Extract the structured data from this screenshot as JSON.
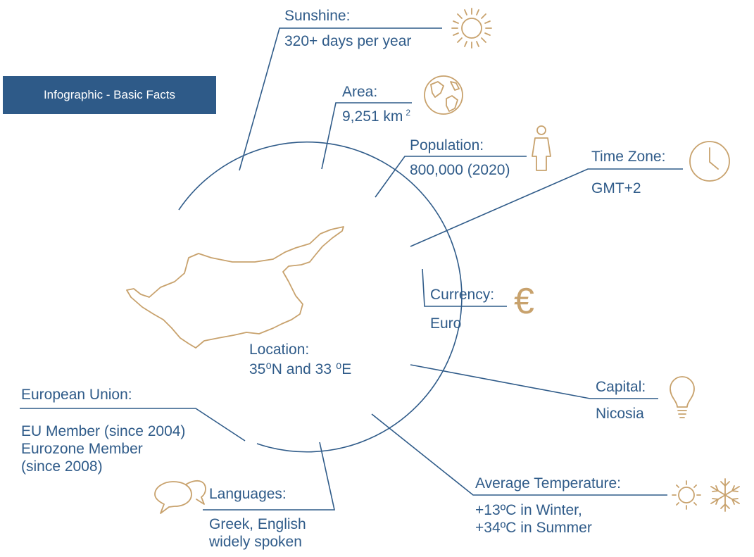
{
  "colors": {
    "line": "#2f5b89",
    "accent": "#c8a26d",
    "badge": "#2e5a88"
  },
  "badge": "Infographic - Basic Facts",
  "center": {
    "label": "Location:",
    "value": "35⁰N and 33 ⁰E"
  },
  "facts": {
    "sunshine": {
      "label": "Sunshine:",
      "value": "320+ days per year",
      "icon": "sun-icon"
    },
    "area": {
      "label": "Area:",
      "value": "9,251 km",
      "sup": "2",
      "icon": "globe-icon"
    },
    "population": {
      "label": "Population:",
      "value": "800,000 (2020)",
      "icon": "person-icon"
    },
    "timezone": {
      "label": "Time Zone:",
      "value": "GMT+2",
      "icon": "clock-icon"
    },
    "currency": {
      "label": "Currency:",
      "value": "Euro",
      "icon": "euro-icon",
      "symbol": "€"
    },
    "capital": {
      "label": "Capital:",
      "value": "Nicosia",
      "icon": "lightbulb-icon"
    },
    "temperature": {
      "label": "Average Temperature:",
      "value1": "+13ºC in Winter,",
      "value2": "+34ºC in Summer",
      "icon": "sun-snowflake-icon"
    },
    "languages": {
      "label": "Languages:",
      "value1": "Greek, English",
      "value2": "widely spoken",
      "icon": "speech-bubbles-icon"
    },
    "eu": {
      "label": "European Union:",
      "value1": "EU Member (since 2004)",
      "value2": "Eurozone Member",
      "value3": "(since 2008)"
    }
  }
}
